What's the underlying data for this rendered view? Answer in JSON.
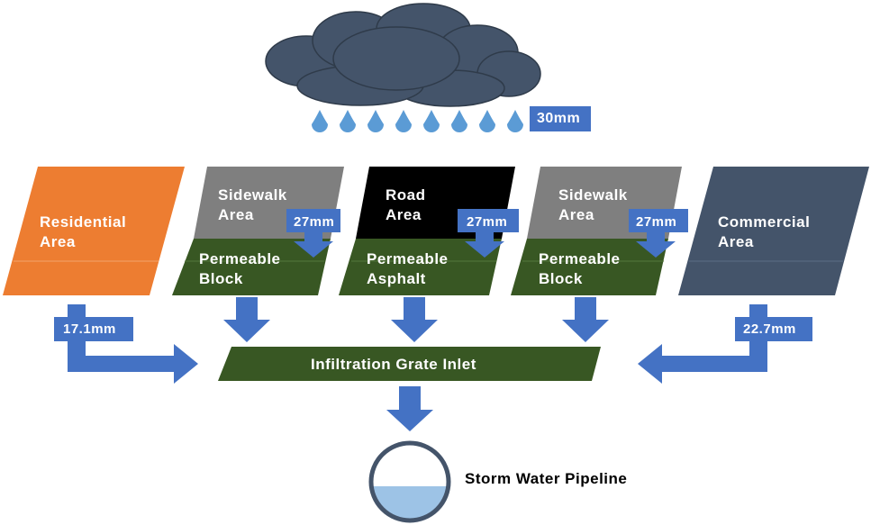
{
  "rainfall": {
    "label": "30mm"
  },
  "areas": {
    "residential": {
      "label_line1": "Residential",
      "label_line2": "Area",
      "color": "#ed7d31"
    },
    "sidewalk_left": {
      "label_line1": "Sidewalk",
      "label_line2": "Area",
      "infiltration_label": "27mm",
      "pavement_line1": "Permeable",
      "pavement_line2": "Block",
      "color": "#7f7f7f"
    },
    "road": {
      "label_line1": "Road",
      "label_line2": "Area",
      "infiltration_label": "27mm",
      "pavement_line1": "Permeable",
      "pavement_line2": "Asphalt",
      "color": "#000000"
    },
    "sidewalk_right": {
      "label_line1": "Sidewalk",
      "label_line2": "Area",
      "infiltration_label": "27mm",
      "pavement_line1": "Permeable",
      "pavement_line2": "Block",
      "color": "#7f7f7f"
    },
    "commercial": {
      "label_line1": "Commercial",
      "label_line2": "Area",
      "color": "#44546a"
    }
  },
  "runoff": {
    "residential_label": "17.1mm",
    "commercial_label": "22.7mm"
  },
  "inlet": {
    "label": "Infiltration Grate Inlet"
  },
  "pipeline": {
    "label": "Storm Water Pipeline"
  },
  "colors": {
    "arrow_blue": "#4472c4",
    "pavement_green": "#385723",
    "cloud": "#44546a",
    "raindrop": "#5b9bd5",
    "water": "#9dc3e6"
  }
}
